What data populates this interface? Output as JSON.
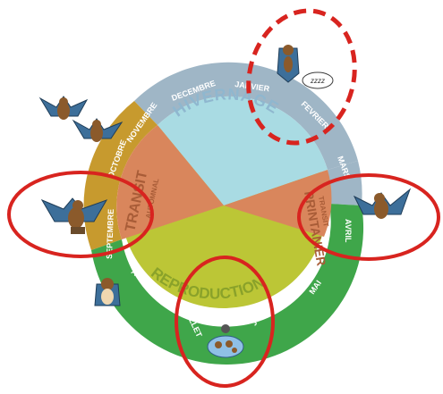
{
  "phases": {
    "hivernage": "HIVERNAGE",
    "transit": "TRANSIT",
    "transit_sub": "AUTOMNAL",
    "printanier": "PRINTANIER",
    "transit_spring": "TRANSIT",
    "reproduction": "REPRODUCTION"
  },
  "months": {
    "janvier": "JANVIER",
    "fevrier": "FEVRIER",
    "mars": "MARS",
    "avril": "AVRIL",
    "mai": "MAI",
    "juin": "JUIN",
    "juillet": "JUILLET",
    "aout": "AOUT",
    "septembre": "SEPTEMBRE",
    "octobre": "OCTOBRE",
    "novembre": "NOVEMBRE",
    "decembre": "DECEMBRE"
  },
  "sleep_bubble": "zzzz",
  "colors": {
    "ring_winter": "#9fb6c6",
    "ring_autumn": "#c79a2e",
    "ring_summer": "#3fa64a",
    "wedge_winter": "#a9dbe3",
    "wedge_transit": "#d9865c",
    "wedge_reproduction": "#bcc636",
    "highlight": "#d8241f"
  }
}
